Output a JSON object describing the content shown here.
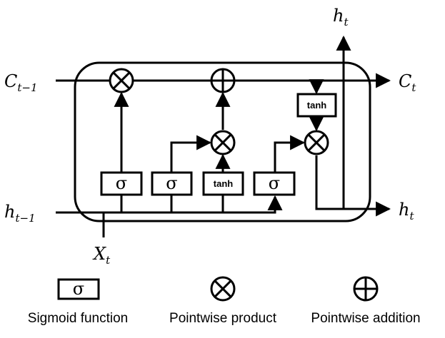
{
  "labels": {
    "c_prev": {
      "base": "C",
      "sub": "t−1"
    },
    "c_next": {
      "base": "C",
      "sub": "t"
    },
    "h_prev": {
      "base": "h",
      "sub": "t−1"
    },
    "h_next": {
      "base": "h",
      "sub": "t"
    },
    "h_top": {
      "base": "h",
      "sub": "t"
    },
    "x_in": {
      "base": "X",
      "sub": "t"
    }
  },
  "gates": {
    "sigma": "σ",
    "tanh": "tanh"
  },
  "legend": {
    "sigmoid_label": "Sigmoid function",
    "product_label": "Pointwise product",
    "addition_label": "Pointwise addition",
    "sigmoid_symbol": "σ"
  }
}
